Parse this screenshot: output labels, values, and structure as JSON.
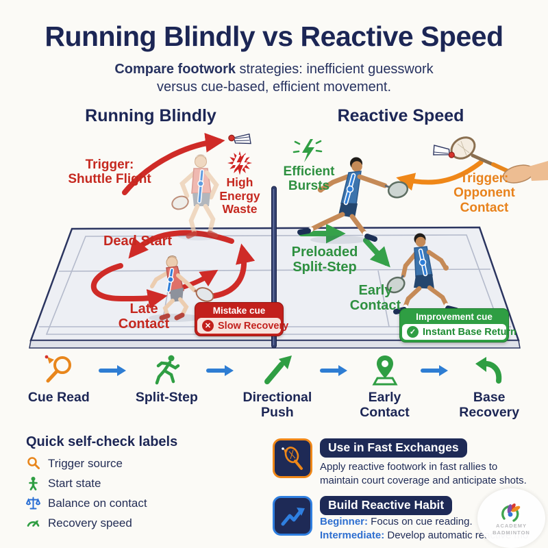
{
  "header": {
    "title": "Running Blindly vs Reactive Speed",
    "subtitle_bold": "Compare footwork",
    "subtitle_rest": " strategies: inefficient guesswork versus cue-based, efficient movement."
  },
  "sections": {
    "left": {
      "title": "Running Blindly",
      "trigger_label": "Trigger:\nShuttle Flight",
      "energy_label": "High\nEnergy\nWaste",
      "dead_start": "Dead Start",
      "late_contact": "Late\nContact",
      "badge": {
        "header": "Mistake cue",
        "icon": "circle-x-icon",
        "body": "Slow Recovery"
      }
    },
    "right": {
      "title": "Reactive Speed",
      "bursts_label": "Efficient\nBursts",
      "trigger_label": "Trigger:\nOpponent\nContact",
      "split_step": "Preloaded\nSplit-Step",
      "early_contact": "Early\nContact",
      "badge": {
        "header": "Improvement cue",
        "icon": "circle-check-icon",
        "body": "Instant Base Return"
      }
    }
  },
  "flow": {
    "steps": [
      {
        "icon": "racket-cue-icon",
        "label": "Cue Read"
      },
      {
        "icon": "runner-icon",
        "label": "Split-Step"
      },
      {
        "icon": "arrow-up-right-icon",
        "label": "Directional\nPush"
      },
      {
        "icon": "map-pin-icon",
        "label": "Early\nContact"
      },
      {
        "icon": "return-arrow-icon",
        "label": "Base\nRecovery"
      }
    ]
  },
  "selfcheck": {
    "title": "Quick self-check labels",
    "items": [
      {
        "icon": "magnifier-icon",
        "label": "Trigger source"
      },
      {
        "icon": "person-icon",
        "label": "Start state"
      },
      {
        "icon": "balance-scale-icon",
        "label": "Balance on contact"
      },
      {
        "icon": "gauge-icon",
        "label": "Recovery speed"
      }
    ]
  },
  "callouts": [
    {
      "icon": "racket-tile-icon",
      "title": "Use in Fast Exchanges",
      "body": "Apply reactive footwork in fast rallies to maintain court coverage and anticipate shots."
    },
    {
      "icon": "trend-up-tile-icon",
      "title": "Build Reactive Habit",
      "lines": [
        {
          "prefix": "Beginner:",
          "text": " Focus on cue reading."
        },
        {
          "prefix": "Intermediate:",
          "text": " Develop automatic reactive mo"
        }
      ]
    }
  ],
  "logo": {
    "line1": "ACADEMY",
    "line2": "BADMINTON"
  },
  "colors": {
    "background": "#fbfaf6",
    "navy": "#1c2655",
    "red": "#c5281f",
    "green": "#2e9040",
    "orange": "#e8821c",
    "flow_blue": "#2e7dd3",
    "court_fill": "#edeff4",
    "court_line": "#b4bacb",
    "badge_red": "#c2201c",
    "badge_green": "#2f9e43",
    "accent_blue": "#2f7fe0",
    "spine_blue": "#2e7ed8"
  }
}
